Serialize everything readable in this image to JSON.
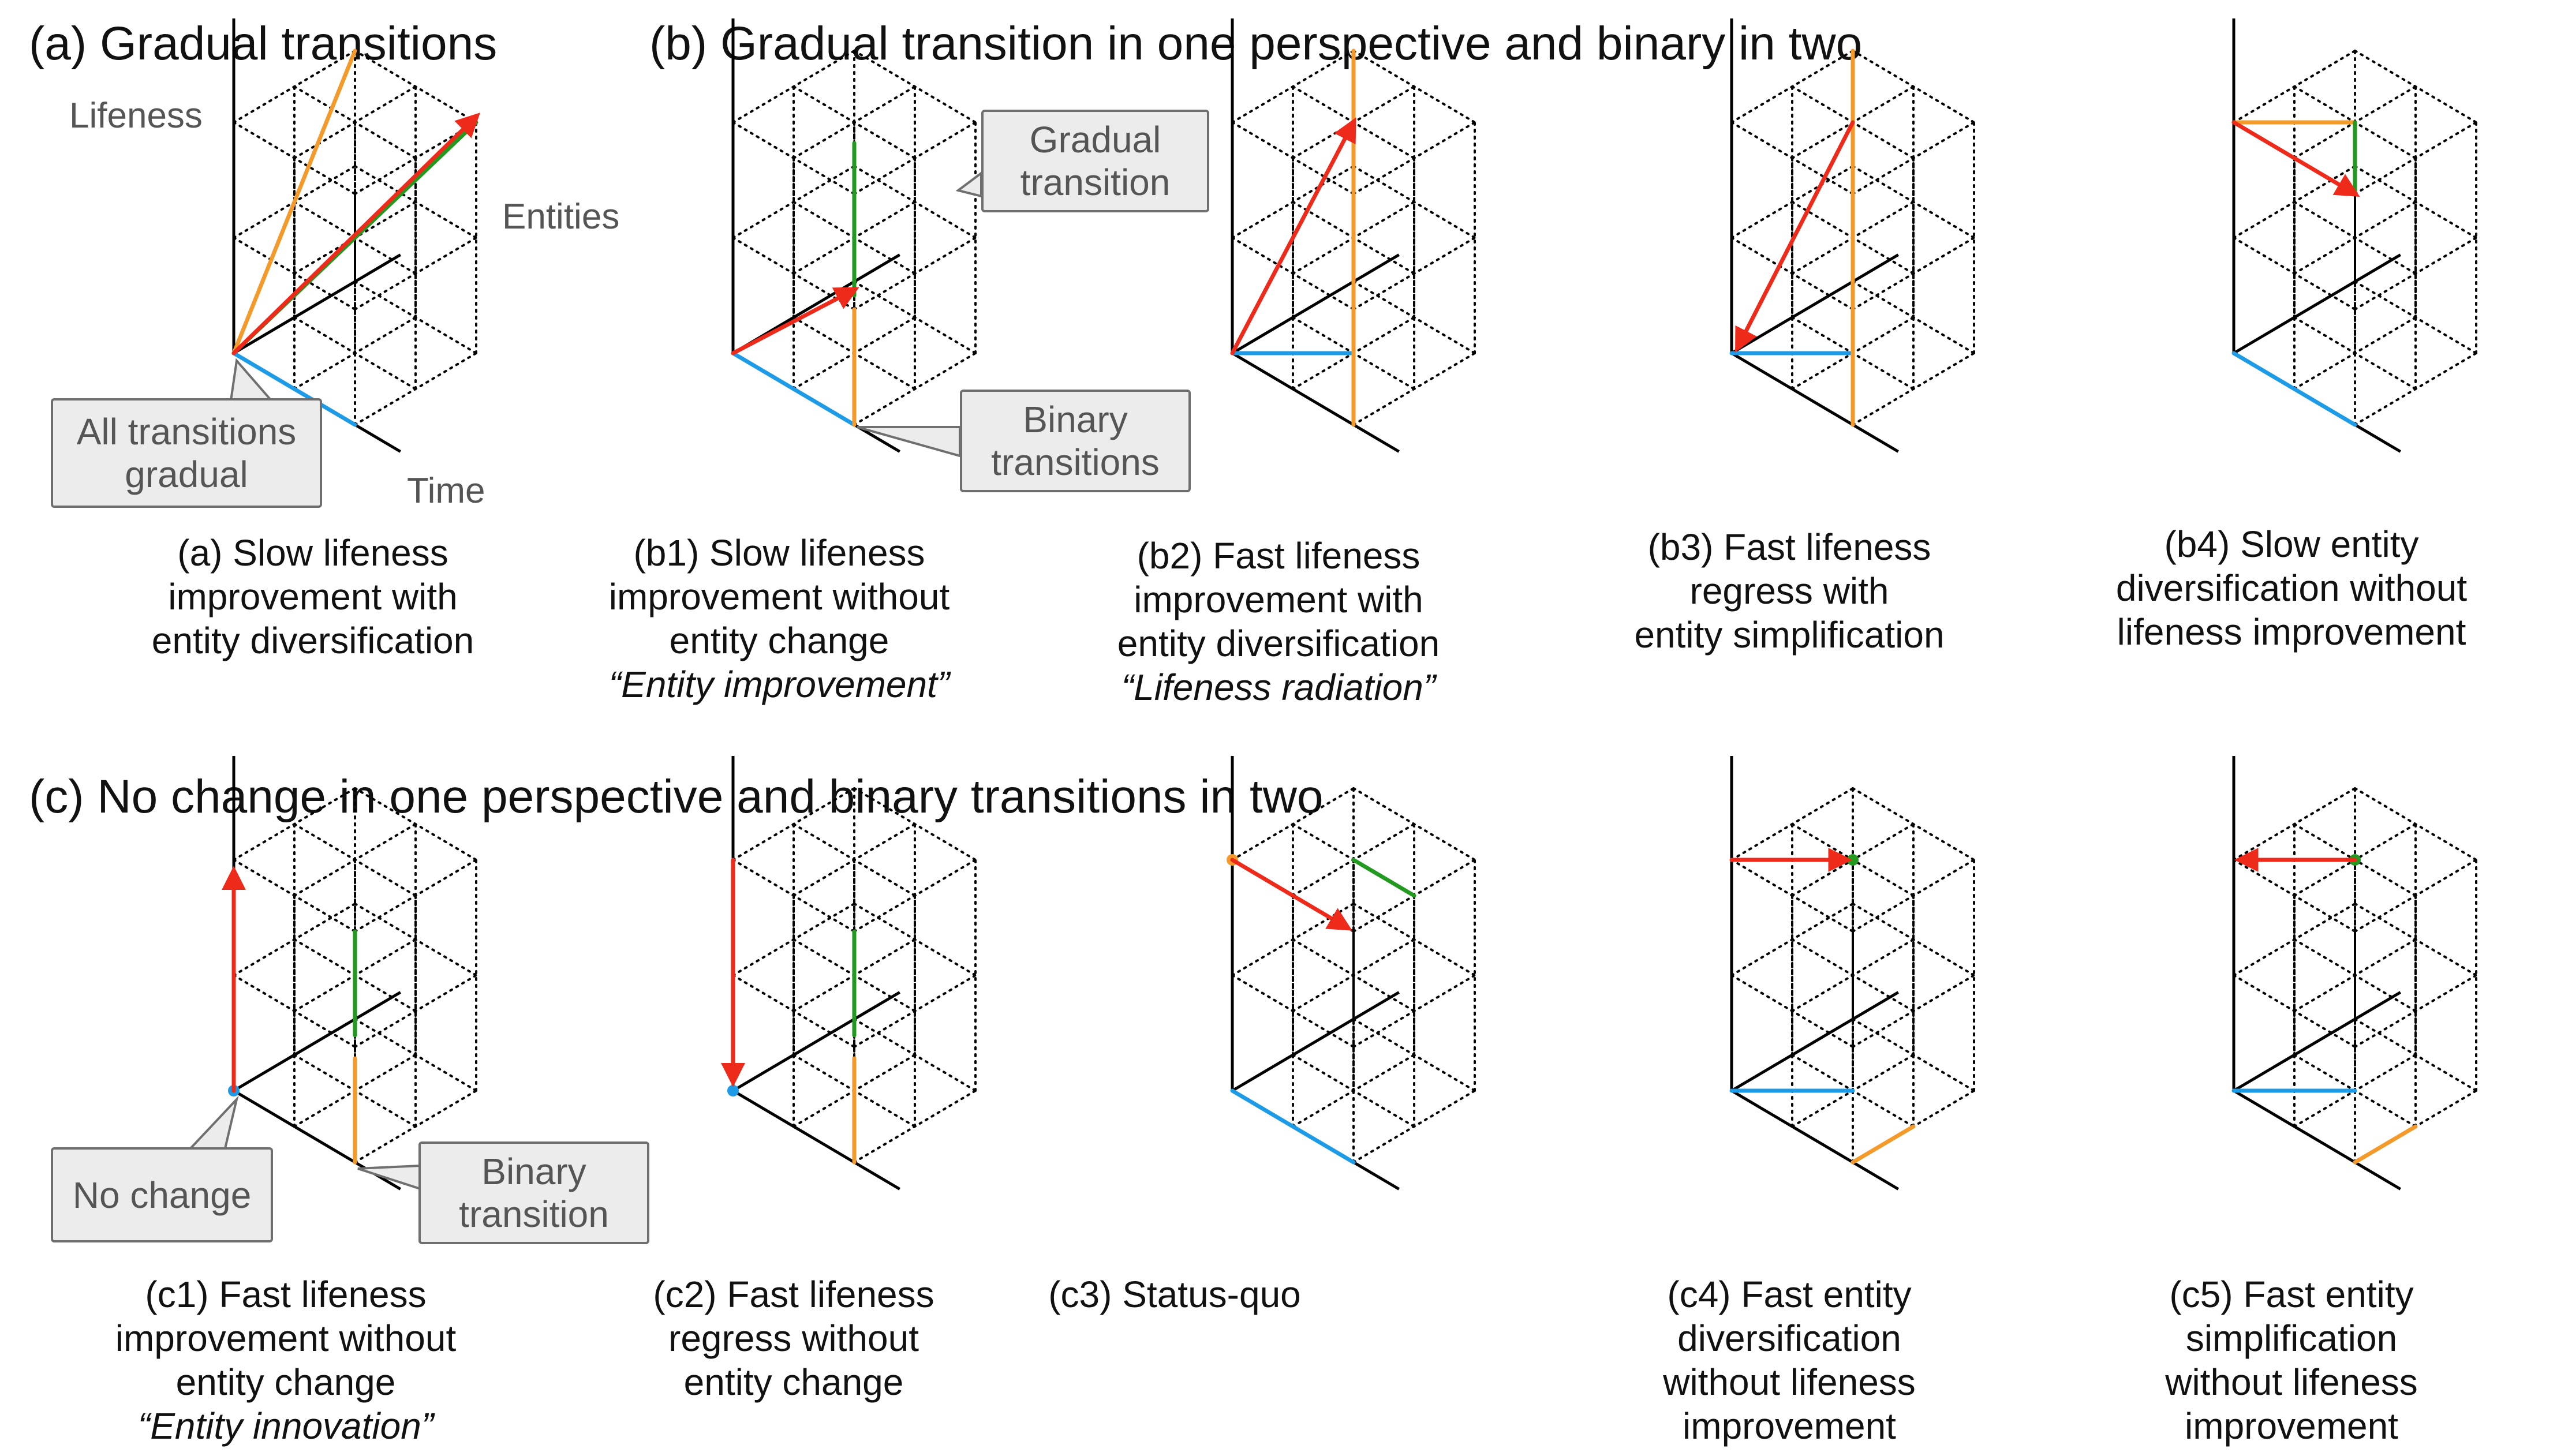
{
  "sections": {
    "a": "(a) Gradual transitions",
    "b": "(b) Gradual transition in one perspective and binary in two",
    "c": "(c) No change in one perspective and binary transitions in two"
  },
  "axes": {
    "lifeness": "Lifeness",
    "entities": "Entities",
    "time": "Time"
  },
  "callouts": {
    "all_gradual": [
      "All transitions",
      "gradual"
    ],
    "gradual_transition": [
      "Gradual",
      "transition"
    ],
    "binary_transitions": [
      "Binary",
      "transitions"
    ],
    "no_change": [
      "No change"
    ],
    "binary_transition": [
      "Binary",
      "transition"
    ]
  },
  "panels": [
    {
      "id": "a",
      "caption": [
        "(a) Slow lifeness",
        "improvement with",
        "entity diversification"
      ],
      "italic": ""
    },
    {
      "id": "b1",
      "caption": [
        "(b1) Slow lifeness",
        "improvement without",
        "entity change"
      ],
      "italic": "“Entity improvement”"
    },
    {
      "id": "b2",
      "caption": [
        "(b2) Fast lifeness",
        "improvement with",
        "entity diversification"
      ],
      "italic": "“Lifeness radiation”"
    },
    {
      "id": "b3",
      "caption": [
        "(b3) Fast lifeness",
        "regress with",
        "entity simplification"
      ],
      "italic": ""
    },
    {
      "id": "b4",
      "caption": [
        "(b4) Slow entity",
        "diversification without",
        "lifeness improvement"
      ],
      "italic": ""
    },
    {
      "id": "c1",
      "caption": [
        "(c1) Fast lifeness",
        "improvement without",
        "entity change"
      ],
      "italic": "“Entity innovation”"
    },
    {
      "id": "c2",
      "caption": [
        "(c2) Fast lifeness",
        "regress without",
        "entity change"
      ],
      "italic": ""
    },
    {
      "id": "c3",
      "caption": [
        "(c3) Status-quo"
      ],
      "italic": ""
    },
    {
      "id": "c4",
      "caption": [
        "(c4) Fast entity",
        "diversification",
        "without lifeness",
        "improvement"
      ],
      "italic": ""
    },
    {
      "id": "c5",
      "caption": [
        "(c5) Fast entity",
        "simplification",
        "without lifeness",
        "improvement"
      ],
      "italic": ""
    }
  ],
  "colors": {
    "red": "#ee2a1b",
    "green": "#229a1f",
    "orange": "#f39a2a",
    "blue": "#1e9be6",
    "axis": "#000000",
    "dotted": "#000000"
  }
}
